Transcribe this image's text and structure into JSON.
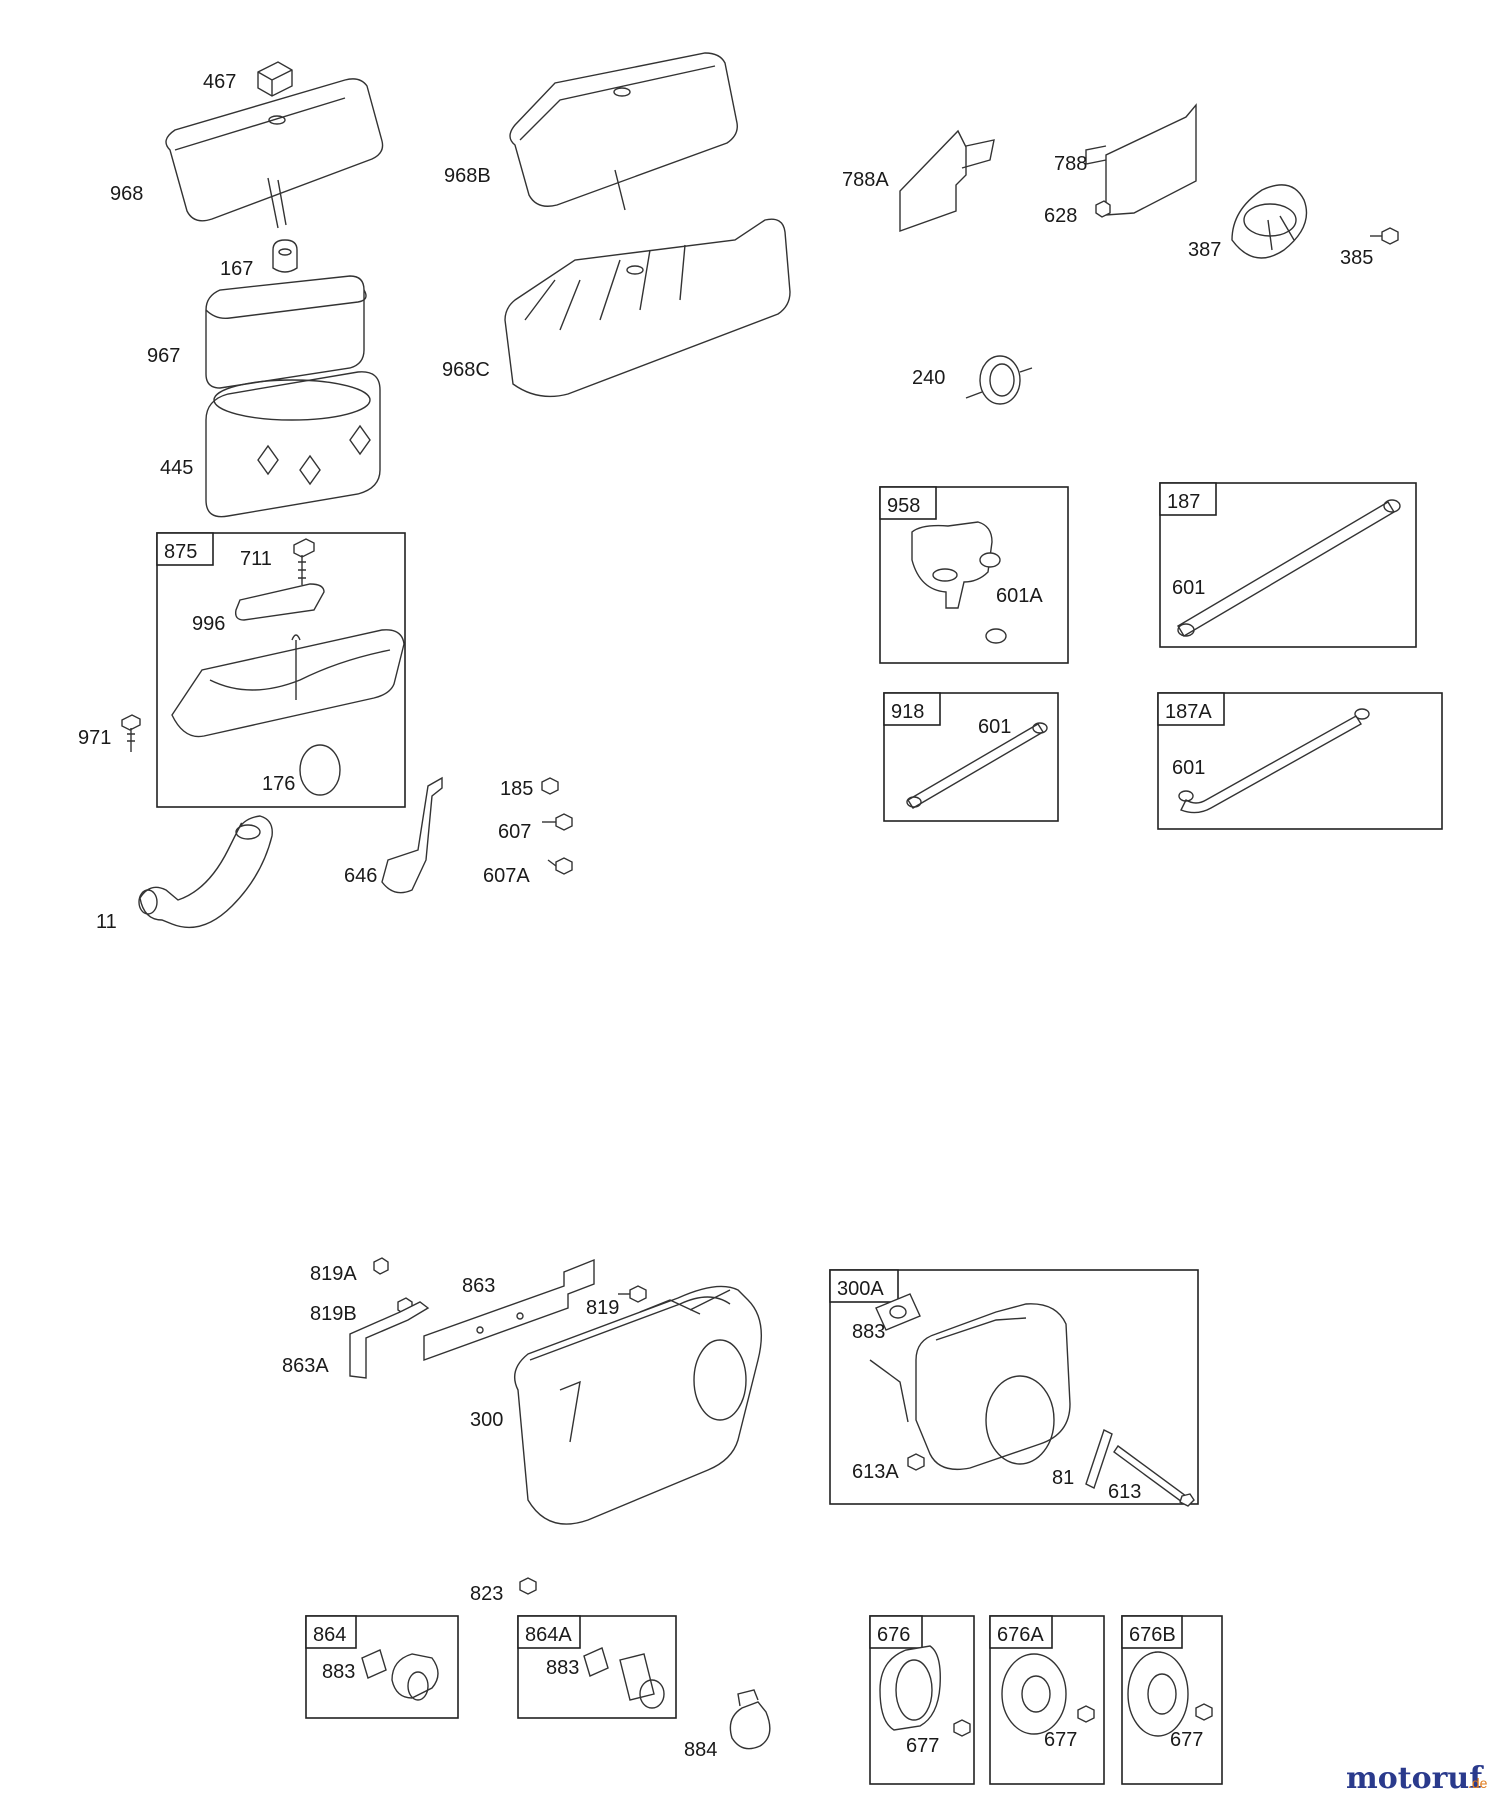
{
  "labels": {
    "p467": "467",
    "p968": "968",
    "p968b": "968B",
    "p167": "167",
    "p967": "967",
    "p968c": "968C",
    "p445": "445",
    "p788a": "788A",
    "p788": "788",
    "p628": "628",
    "p387": "387",
    "p385": "385",
    "p240": "240",
    "p711": "711",
    "p996": "996",
    "p971": "971",
    "p176": "176",
    "p185": "185",
    "p607": "607",
    "p607a": "607A",
    "p646": "646",
    "p11": "11",
    "p601a": "601A",
    "p601_187": "601",
    "p601_918": "601",
    "p601_187a": "601",
    "p819a": "819A",
    "p863": "863",
    "p819": "819",
    "p819b": "819B",
    "p863a": "863A",
    "p300": "300",
    "p883_300a": "883",
    "p613a": "613A",
    "p81": "81",
    "p613": "613",
    "p823": "823",
    "p883_864": "883",
    "p883_864a": "883",
    "p884": "884",
    "p677_676": "677",
    "p677_676a": "677",
    "p677_676b": "677"
  },
  "boxes": {
    "b875": "875",
    "b958": "958",
    "b187": "187",
    "b918": "918",
    "b187a": "187A",
    "b300a": "300A",
    "b864": "864",
    "b864a": "864A",
    "b676": "676",
    "b676a": "676A",
    "b676b": "676B"
  },
  "watermark": {
    "word": "motoruf",
    "suffix": ".de"
  },
  "colors": {
    "ink": "#1a1a1a",
    "logo_blue": "#2a3a8c",
    "logo_orange": "#e07a1a"
  }
}
